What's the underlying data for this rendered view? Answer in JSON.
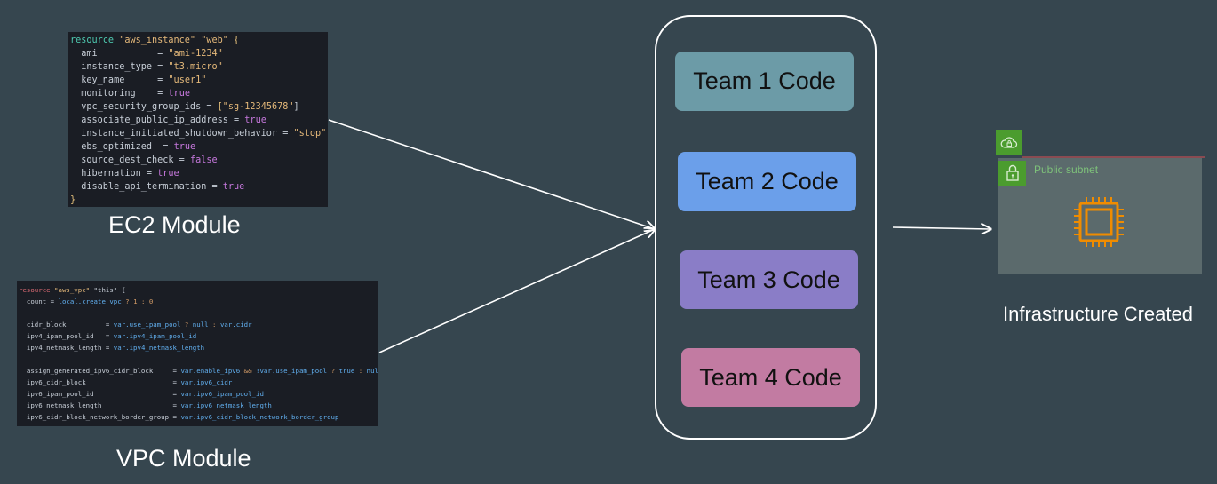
{
  "ec2_module": {
    "label": "EC2 Module",
    "code_lines": [
      [
        [
          "kw",
          "resource "
        ],
        [
          "str",
          "\"aws_instance\" \"web\" "
        ],
        [
          "brace",
          "{"
        ]
      ],
      [
        [
          "id",
          "  ami           "
        ],
        [
          "op",
          "= "
        ],
        [
          "str",
          "\"ami-1234\""
        ]
      ],
      [
        [
          "id",
          "  instance_type "
        ],
        [
          "op",
          "= "
        ],
        [
          "str",
          "\"t3.micro\""
        ]
      ],
      [
        [
          "id",
          "  key_name      "
        ],
        [
          "op",
          "= "
        ],
        [
          "str",
          "\"user1\""
        ]
      ],
      [
        [
          "id",
          "  monitoring    "
        ],
        [
          "op",
          "= "
        ],
        [
          "bool",
          "true"
        ]
      ],
      [
        [
          "id",
          "  vpc_security_group_ids "
        ],
        [
          "op",
          "= "
        ],
        [
          "brace",
          "["
        ],
        [
          "str",
          "\"sg-12345678\""
        ],
        [
          "op",
          "]"
        ]
      ],
      [
        [
          "id",
          "  associate_public_ip_address "
        ],
        [
          "op",
          "= "
        ],
        [
          "bool",
          "true"
        ]
      ],
      [
        [
          "id",
          "  instance_initiated_shutdown_behavior "
        ],
        [
          "op",
          "= "
        ],
        [
          "str",
          "\"stop\""
        ]
      ],
      [
        [
          "id",
          "  ebs_optimized  "
        ],
        [
          "op",
          "= "
        ],
        [
          "bool",
          "true"
        ]
      ],
      [
        [
          "id",
          "  source_dest_check "
        ],
        [
          "op",
          "= "
        ],
        [
          "bool",
          "false"
        ]
      ],
      [
        [
          "id",
          "  hibernation "
        ],
        [
          "op",
          "= "
        ],
        [
          "bool",
          "true"
        ]
      ],
      [
        [
          "id",
          "  disable_api_termination "
        ],
        [
          "op",
          "= "
        ],
        [
          "bool",
          "true"
        ]
      ],
      [
        [
          "brace",
          "}"
        ]
      ]
    ]
  },
  "vpc_module": {
    "label": "VPC Module",
    "code_lines": [
      [
        [
          "kw2",
          "resource "
        ],
        [
          "str",
          "\"aws_vpc\" "
        ],
        [
          "id",
          "\"this\" {"
        ]
      ],
      [
        [
          "id",
          "  count "
        ],
        [
          "op",
          "= "
        ],
        [
          "var",
          "local.create_vpc "
        ],
        [
          "num",
          "? 1 : 0"
        ]
      ],
      [
        [
          "id",
          ""
        ]
      ],
      [
        [
          "id",
          "  cidr_block          "
        ],
        [
          "op",
          "= "
        ],
        [
          "var",
          "var.use_ipam_pool "
        ],
        [
          "num",
          "? "
        ],
        [
          "var",
          "null "
        ],
        [
          "num",
          ": "
        ],
        [
          "var",
          "var.cidr"
        ]
      ],
      [
        [
          "id",
          "  ipv4_ipam_pool_id   "
        ],
        [
          "op",
          "= "
        ],
        [
          "var",
          "var.ipv4_ipam_pool_id"
        ]
      ],
      [
        [
          "id",
          "  ipv4_netmask_length "
        ],
        [
          "op",
          "= "
        ],
        [
          "var",
          "var.ipv4_netmask_length"
        ]
      ],
      [
        [
          "id",
          ""
        ]
      ],
      [
        [
          "id",
          "  assign_generated_ipv6_cidr_block     "
        ],
        [
          "op",
          "= "
        ],
        [
          "var",
          "var.enable_ipv6 "
        ],
        [
          "num",
          "&& "
        ],
        [
          "var",
          "!var.use_ipam_pool "
        ],
        [
          "num",
          "? "
        ],
        [
          "var",
          "true "
        ],
        [
          "num",
          ": "
        ],
        [
          "var",
          "null"
        ]
      ],
      [
        [
          "id",
          "  ipv6_cidr_block                      "
        ],
        [
          "op",
          "= "
        ],
        [
          "var",
          "var.ipv6_cidr"
        ]
      ],
      [
        [
          "id",
          "  ipv6_ipam_pool_id                    "
        ],
        [
          "op",
          "= "
        ],
        [
          "var",
          "var.ipv6_ipam_pool_id"
        ]
      ],
      [
        [
          "id",
          "  ipv6_netmask_length                  "
        ],
        [
          "op",
          "= "
        ],
        [
          "var",
          "var.ipv6_netmask_length"
        ]
      ],
      [
        [
          "id",
          "  ipv6_cidr_block_network_border_group "
        ],
        [
          "op",
          "= "
        ],
        [
          "var",
          "var.ipv6_cidr_block_network_border_group"
        ]
      ]
    ]
  },
  "teams": [
    {
      "label": "Team 1 Code",
      "color": "#6c9ba7"
    },
    {
      "label": "Team 2 Code",
      "color": "#6b9fea"
    },
    {
      "label": "Team 3 Code",
      "color": "#8a7dc7"
    },
    {
      "label": "Team 4 Code",
      "color": "#c27ba2"
    }
  ],
  "infrastructure": {
    "subnet_label": "Public subnet",
    "label": "Infrastructure Created",
    "icons": {
      "vpc": "cloud-lock-icon",
      "subnet": "lock-icon",
      "instance": "ec2-chip-icon"
    }
  },
  "colors": {
    "background": "#36464f",
    "aws_green": "#4b9c2e",
    "chip_orange": "#f08c00"
  }
}
